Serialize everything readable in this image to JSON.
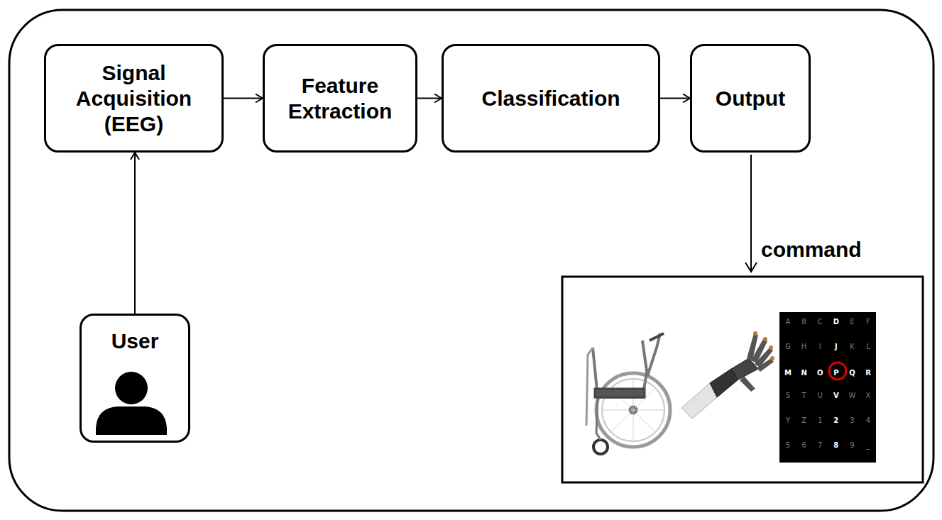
{
  "diagram": {
    "nodes": [
      {
        "text": [
          "Signal Acquisition (EEG)"
        ]
      },
      {
        "text": [
          "Feature Extraction"
        ]
      },
      {
        "text": [
          "Classification"
        ]
      },
      {
        "text": [
          "Output"
        ]
      },
      {
        "text": [
          "User"
        ]
      }
    ],
    "edges": [
      {
        "from": 4,
        "to": 0,
        "arrow": "to"
      },
      {
        "from": 0,
        "to": 1,
        "arrow": "to"
      },
      {
        "from": 1,
        "to": 2,
        "arrow": "to"
      },
      {
        "from": 2,
        "to": 3,
        "arrow": "to"
      }
    ],
    "labels": [
      "command",
      "A",
      "B",
      "C",
      "D",
      "E",
      "F",
      "G",
      "H",
      "I",
      "J",
      "K",
      "L",
      "M",
      "N",
      "O",
      "P",
      "Q",
      "R",
      "S",
      "T",
      "U",
      "V",
      "W",
      "X",
      "Y",
      "Z",
      "1",
      "2",
      "3",
      "4",
      "5",
      "6",
      "7",
      "8",
      "9",
      "_"
    ]
  }
}
